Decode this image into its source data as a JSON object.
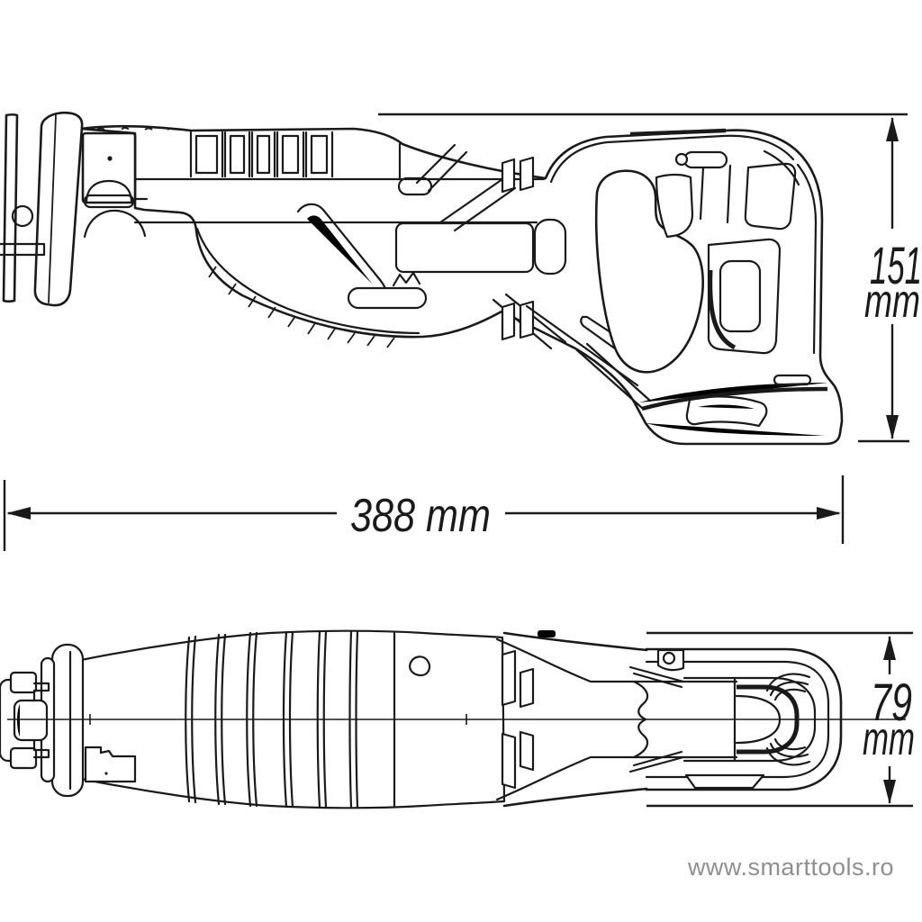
{
  "page": {
    "background": "#ffffff"
  },
  "drawing": {
    "subject": "cordless reciprocating saw two-view outline technical drawing",
    "views": [
      "side-view",
      "top-view"
    ],
    "line_color": "#1a1a1a",
    "dimensions": {
      "height": {
        "value": "151",
        "unit": "mm"
      },
      "length": {
        "value": "388",
        "unit": "mm",
        "label": "388 mm"
      },
      "width": {
        "value": "79",
        "unit": "mm"
      }
    },
    "watermark": {
      "text": "www.smarttools.ro",
      "color": "#8f8f8f"
    }
  }
}
